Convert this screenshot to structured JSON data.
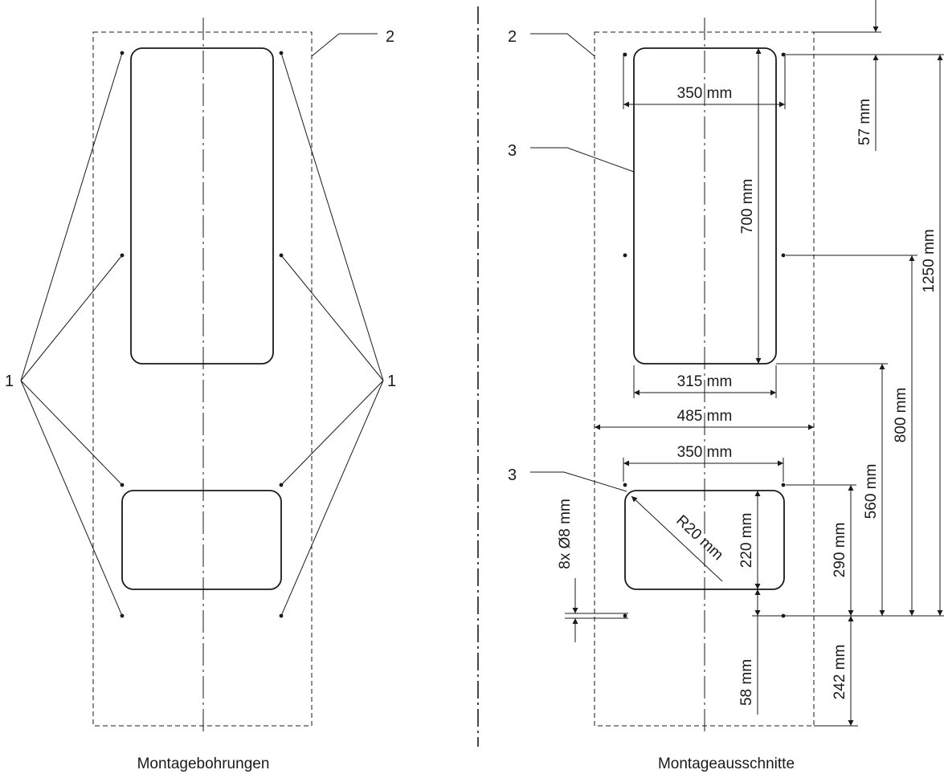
{
  "left_view": {
    "caption": "Montagebohrungen",
    "callout_1_left": "1",
    "callout_1_right": "1",
    "callout_2": "2"
  },
  "right_view": {
    "caption": "Montageausschnitte",
    "callout_2": "2",
    "callout_3_top": "3",
    "callout_3_bottom": "3",
    "dimensions": {
      "top_cutout_width_outer": "350 mm",
      "top_cutout_width_inner": "315 mm",
      "plate_width": "485 mm",
      "bottom_cutout_width": "350 mm",
      "top_cutout_height": "700 mm",
      "top_offset": "57 mm",
      "total_height": "1250 mm",
      "height_800": "800 mm",
      "height_560": "560 mm",
      "height_290": "290 mm",
      "bottom_cutout_height": "220 mm",
      "bottom_offset_58": "58 mm",
      "bottom_offset_242": "242 mm",
      "hole_spec": "8x Ø8 mm",
      "corner_radius": "R20 mm"
    }
  }
}
